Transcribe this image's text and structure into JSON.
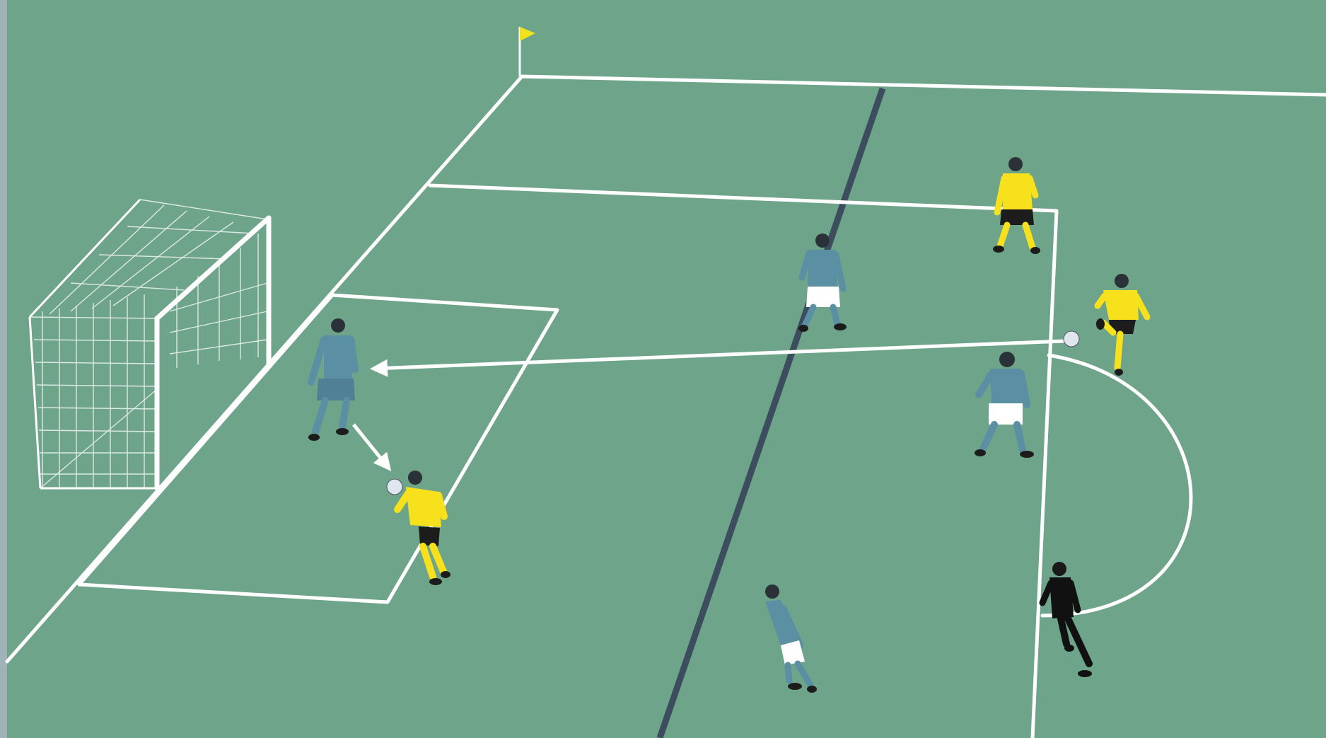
{
  "colors": {
    "pitch": "#6ea48a",
    "pitch_shade": "#679d83",
    "lines": "#ffffff",
    "dark_stripe": "#3c4e5d",
    "corner_flag": "#f2e21b",
    "team_blue_shirt": "#5b8fa4",
    "team_blue_shorts_dark": "#4f8096",
    "team_blue_shorts_light": "#ffffff",
    "team_yellow_shirt": "#f7e11c",
    "team_yellow_shorts": "#1c1c1c",
    "referee_kit": "#111111",
    "skin": "#2a3238",
    "ball": "#dfe6ee",
    "left_border": "#9fb2b6"
  },
  "players": [
    {
      "id": "goalkeeper-blue",
      "team": "blue",
      "role": "defender near goal"
    },
    {
      "id": "blue-central",
      "team": "blue",
      "role": "defender"
    },
    {
      "id": "blue-right",
      "team": "blue",
      "role": "defender"
    },
    {
      "id": "blue-bottom",
      "team": "blue",
      "role": "defender"
    },
    {
      "id": "yellow-top",
      "team": "yellow",
      "role": "attacker"
    },
    {
      "id": "yellow-kicker",
      "team": "yellow",
      "role": "attacker passing ball"
    },
    {
      "id": "yellow-receiver",
      "team": "yellow",
      "role": "attacker receiving ball"
    },
    {
      "id": "referee",
      "team": "referee",
      "role": "referee"
    }
  ],
  "icons": {
    "flag": "corner-flag-icon",
    "ball": "ball-icon"
  }
}
